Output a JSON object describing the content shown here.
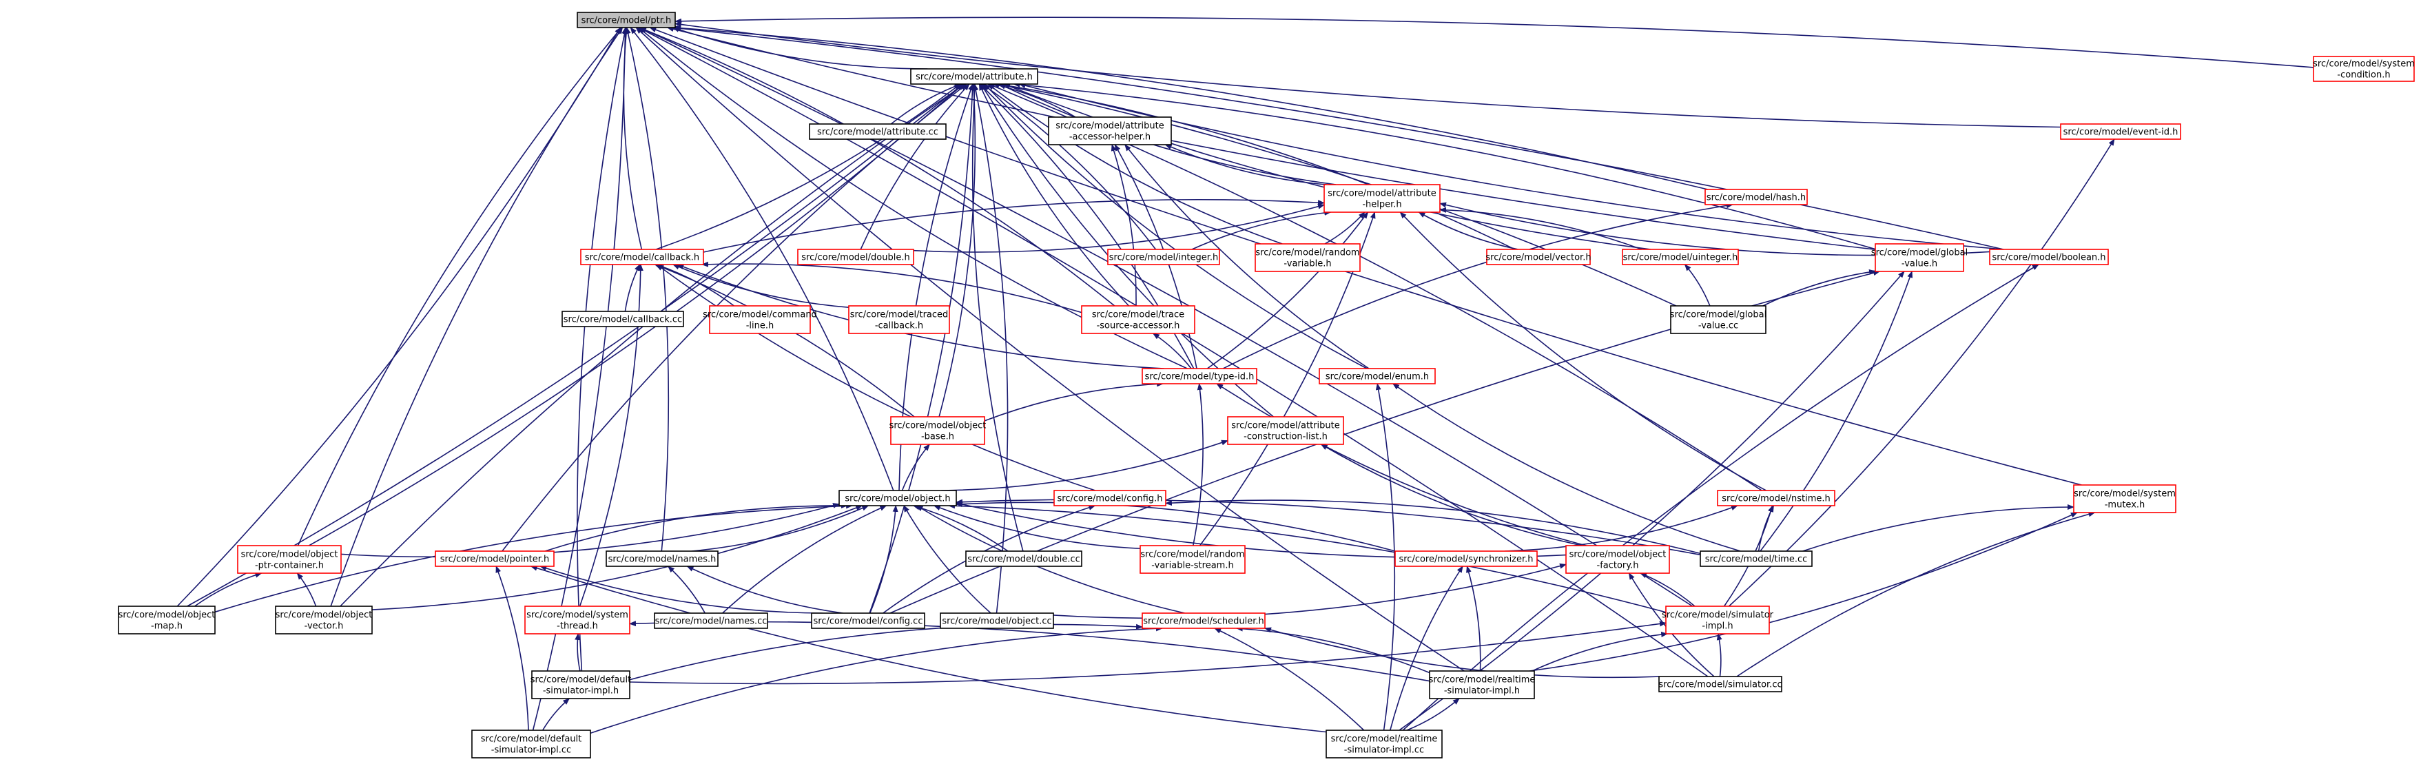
{
  "colors": {
    "edge": "#191970",
    "border_default": "#000000",
    "border_link": "#ff0000",
    "focus_fill": "#bfbfbf"
  },
  "nodes": [
    {
      "id": "ptr",
      "lines": [
        "src/core/model/ptr.h"
      ],
      "border": "black",
      "focus": true
    },
    {
      "id": "attribute_h",
      "lines": [
        "src/core/model/attribute.h"
      ],
      "border": "black"
    },
    {
      "id": "system_condition",
      "lines": [
        "src/core/model/system",
        "-condition.h"
      ],
      "border": "red"
    },
    {
      "id": "attribute_cc",
      "lines": [
        "src/core/model/attribute.cc"
      ],
      "border": "black"
    },
    {
      "id": "attr_accessor",
      "lines": [
        "src/core/model/attribute",
        "-accessor-helper.h"
      ],
      "border": "black"
    },
    {
      "id": "event_id",
      "lines": [
        "src/core/model/event-id.h"
      ],
      "border": "red"
    },
    {
      "id": "hash",
      "lines": [
        "src/core/model/hash.h"
      ],
      "border": "red"
    },
    {
      "id": "attr_helper",
      "lines": [
        "src/core/model/attribute",
        "-helper.h"
      ],
      "border": "red"
    },
    {
      "id": "callback_h",
      "lines": [
        "src/core/model/callback.h"
      ],
      "border": "red"
    },
    {
      "id": "double_h",
      "lines": [
        "src/core/model/double.h"
      ],
      "border": "red"
    },
    {
      "id": "integer_h",
      "lines": [
        "src/core/model/integer.h"
      ],
      "border": "red"
    },
    {
      "id": "random_variable",
      "lines": [
        "src/core/model/random",
        "-variable.h"
      ],
      "border": "red"
    },
    {
      "id": "vector_h",
      "lines": [
        "src/core/model/vector.h"
      ],
      "border": "red"
    },
    {
      "id": "uinteger_h",
      "lines": [
        "src/core/model/uinteger.h"
      ],
      "border": "red"
    },
    {
      "id": "global_value_h",
      "lines": [
        "src/core/model/global",
        "-value.h"
      ],
      "border": "red"
    },
    {
      "id": "boolean_h",
      "lines": [
        "src/core/model/boolean.h"
      ],
      "border": "red"
    },
    {
      "id": "callback_cc",
      "lines": [
        "src/core/model/callback.cc"
      ],
      "border": "black"
    },
    {
      "id": "command_line",
      "lines": [
        "src/core/model/command",
        "-line.h"
      ],
      "border": "red"
    },
    {
      "id": "traced_callback",
      "lines": [
        "src/core/model/traced",
        "-callback.h"
      ],
      "border": "red"
    },
    {
      "id": "trace_source",
      "lines": [
        "src/core/model/trace",
        "-source-accessor.h"
      ],
      "border": "red"
    },
    {
      "id": "global_value_cc",
      "lines": [
        "src/core/model/global",
        "-value.cc"
      ],
      "border": "black"
    },
    {
      "id": "type_id",
      "lines": [
        "src/core/model/type-id.h"
      ],
      "border": "red"
    },
    {
      "id": "enum_h",
      "lines": [
        "src/core/model/enum.h"
      ],
      "border": "red"
    },
    {
      "id": "object_base",
      "lines": [
        "src/core/model/object",
        "-base.h"
      ],
      "border": "red"
    },
    {
      "id": "attr_construction",
      "lines": [
        "src/core/model/attribute",
        "-construction-list.h"
      ],
      "border": "red"
    },
    {
      "id": "nstime",
      "lines": [
        "src/core/model/nstime.h"
      ],
      "border": "red"
    },
    {
      "id": "system_mutex",
      "lines": [
        "src/core/model/system",
        "-mutex.h"
      ],
      "border": "red"
    },
    {
      "id": "object_h",
      "lines": [
        "src/core/model/object.h"
      ],
      "border": "black"
    },
    {
      "id": "config_h",
      "lines": [
        "src/core/model/config.h"
      ],
      "border": "red"
    },
    {
      "id": "object_ptr_container",
      "lines": [
        "src/core/model/object",
        "-ptr-container.h"
      ],
      "border": "red"
    },
    {
      "id": "pointer_h",
      "lines": [
        "src/core/model/pointer.h"
      ],
      "border": "red"
    },
    {
      "id": "names_h",
      "lines": [
        "src/core/model/names.h"
      ],
      "border": "black"
    },
    {
      "id": "double_cc",
      "lines": [
        "src/core/model/double.cc"
      ],
      "border": "black"
    },
    {
      "id": "random_variable_stream",
      "lines": [
        "src/core/model/random",
        "-variable-stream.h"
      ],
      "border": "red"
    },
    {
      "id": "synchronizer",
      "lines": [
        "src/core/model/synchronizer.h"
      ],
      "border": "red"
    },
    {
      "id": "object_factory",
      "lines": [
        "src/core/model/object",
        "-factory.h"
      ],
      "border": "red"
    },
    {
      "id": "time_cc",
      "lines": [
        "src/core/model/time.cc"
      ],
      "border": "black"
    },
    {
      "id": "object_map",
      "lines": [
        "src/core/model/object",
        "-map.h"
      ],
      "border": "black"
    },
    {
      "id": "object_vector",
      "lines": [
        "src/core/model/object",
        "-vector.h"
      ],
      "border": "black"
    },
    {
      "id": "system_thread",
      "lines": [
        "src/core/model/system",
        "-thread.h"
      ],
      "border": "red"
    },
    {
      "id": "names_cc",
      "lines": [
        "src/core/model/names.cc"
      ],
      "border": "black"
    },
    {
      "id": "config_cc",
      "lines": [
        "src/core/model/config.cc"
      ],
      "border": "black"
    },
    {
      "id": "object_cc",
      "lines": [
        "src/core/model/object.cc"
      ],
      "border": "black"
    },
    {
      "id": "scheduler",
      "lines": [
        "src/core/model/scheduler.h"
      ],
      "border": "red"
    },
    {
      "id": "simulator_impl",
      "lines": [
        "src/core/model/simulator",
        "-impl.h"
      ],
      "border": "red"
    },
    {
      "id": "default_sim_impl_h",
      "lines": [
        "src/core/model/default",
        "-simulator-impl.h"
      ],
      "border": "black"
    },
    {
      "id": "realtime_sim_impl_h",
      "lines": [
        "src/core/model/realtime",
        "-simulator-impl.h"
      ],
      "border": "black"
    },
    {
      "id": "simulator_cc",
      "lines": [
        "src/core/model/simulator.cc"
      ],
      "border": "black"
    },
    {
      "id": "default_sim_impl_cc",
      "lines": [
        "src/core/model/default",
        "-simulator-impl.cc"
      ],
      "border": "black"
    },
    {
      "id": "realtime_sim_impl_cc",
      "lines": [
        "src/core/model/realtime",
        "-simulator-impl.cc"
      ],
      "border": "black"
    }
  ],
  "edges": [
    [
      "attribute_h",
      "ptr"
    ],
    [
      "system_condition",
      "ptr"
    ],
    [
      "event_id",
      "ptr"
    ],
    [
      "hash",
      "ptr"
    ],
    [
      "global_value_h",
      "ptr"
    ],
    [
      "boolean_h",
      "ptr"
    ],
    [
      "callback_h",
      "ptr"
    ],
    [
      "trace_source",
      "ptr"
    ],
    [
      "type_id",
      "ptr"
    ],
    [
      "object_h",
      "ptr"
    ],
    [
      "object_ptr_container",
      "ptr"
    ],
    [
      "object_map",
      "ptr"
    ],
    [
      "object_vector",
      "ptr"
    ],
    [
      "names_h",
      "ptr"
    ],
    [
      "system_mutex",
      "ptr"
    ],
    [
      "simulator_impl",
      "ptr"
    ],
    [
      "realtime_sim_impl_h",
      "ptr"
    ],
    [
      "simulator_cc",
      "ptr"
    ],
    [
      "default_sim_impl_h",
      "ptr"
    ],
    [
      "default_sim_impl_cc",
      "ptr"
    ],
    [
      "attribute_cc",
      "attribute_h"
    ],
    [
      "attr_accessor",
      "attribute_h"
    ],
    [
      "attr_helper",
      "attribute_h"
    ],
    [
      "callback_h",
      "attribute_h"
    ],
    [
      "double_h",
      "attribute_h"
    ],
    [
      "integer_h",
      "attribute_h"
    ],
    [
      "random_variable",
      "attribute_h"
    ],
    [
      "vector_h",
      "attribute_h"
    ],
    [
      "uinteger_h",
      "attribute_h"
    ],
    [
      "global_value_h",
      "attribute_h"
    ],
    [
      "boolean_h",
      "attribute_h"
    ],
    [
      "global_value_cc",
      "attribute_h"
    ],
    [
      "trace_source",
      "attribute_h"
    ],
    [
      "type_id",
      "attribute_h"
    ],
    [
      "enum_h",
      "attribute_h"
    ],
    [
      "object_base",
      "attribute_h"
    ],
    [
      "attr_construction",
      "attribute_h"
    ],
    [
      "nstime",
      "attribute_h"
    ],
    [
      "object_h",
      "attribute_h"
    ],
    [
      "config_cc",
      "attribute_h"
    ],
    [
      "double_cc",
      "attribute_h"
    ],
    [
      "object_ptr_container",
      "attribute_h"
    ],
    [
      "pointer_h",
      "attribute_h"
    ],
    [
      "object_map",
      "attribute_h"
    ],
    [
      "object_vector",
      "attribute_h"
    ],
    [
      "object_cc",
      "attribute_h"
    ],
    [
      "attr_helper",
      "attr_accessor"
    ],
    [
      "trace_source",
      "attr_accessor"
    ],
    [
      "enum_h",
      "attr_accessor"
    ],
    [
      "type_id",
      "attr_accessor"
    ],
    [
      "callback_h",
      "attr_helper"
    ],
    [
      "double_h",
      "attr_helper"
    ],
    [
      "integer_h",
      "attr_helper"
    ],
    [
      "random_variable",
      "attr_helper"
    ],
    [
      "vector_h",
      "attr_helper"
    ],
    [
      "uinteger_h",
      "attr_helper"
    ],
    [
      "boolean_h",
      "attr_helper"
    ],
    [
      "type_id",
      "attr_helper"
    ],
    [
      "nstime",
      "attr_helper"
    ],
    [
      "random_variable_stream",
      "attr_helper"
    ],
    [
      "callback_cc",
      "callback_h"
    ],
    [
      "command_line",
      "callback_h"
    ],
    [
      "traced_callback",
      "callback_h"
    ],
    [
      "trace_source",
      "callback_h"
    ],
    [
      "type_id",
      "callback_h"
    ],
    [
      "object_base",
      "callback_h"
    ],
    [
      "config_h",
      "callback_h"
    ],
    [
      "system_thread",
      "callback_h"
    ],
    [
      "global_value_cc",
      "global_value_h"
    ],
    [
      "time_cc",
      "global_value_h"
    ],
    [
      "config_cc",
      "global_value_h"
    ],
    [
      "realtime_sim_impl_cc",
      "global_value_h"
    ],
    [
      "type_id",
      "hash"
    ],
    [
      "simulator_impl",
      "event_id"
    ],
    [
      "realtime_sim_impl_cc",
      "boolean_h"
    ],
    [
      "global_value_cc",
      "uinteger_h"
    ],
    [
      "object_base",
      "type_id"
    ],
    [
      "random_variable_stream",
      "type_id"
    ],
    [
      "object_factory",
      "type_id"
    ],
    [
      "type_id",
      "trace_source"
    ],
    [
      "time_cc",
      "enum_h"
    ],
    [
      "realtime_sim_impl_cc",
      "enum_h"
    ],
    [
      "object_h",
      "object_base"
    ],
    [
      "object_h",
      "attr_construction"
    ],
    [
      "object_factory",
      "attr_construction"
    ],
    [
      "synchronizer",
      "nstime"
    ],
    [
      "time_cc",
      "nstime"
    ],
    [
      "simulator_impl",
      "nstime"
    ],
    [
      "time_cc",
      "system_mutex"
    ],
    [
      "realtime_sim_impl_h",
      "system_mutex"
    ],
    [
      "simulator_cc",
      "system_mutex"
    ],
    [
      "object_ptr_container",
      "object_h"
    ],
    [
      "object_map",
      "object_h"
    ],
    [
      "object_vector",
      "object_h"
    ],
    [
      "pointer_h",
      "object_h"
    ],
    [
      "names_h",
      "object_h"
    ],
    [
      "names_cc",
      "object_h"
    ],
    [
      "config_cc",
      "object_h"
    ],
    [
      "object_cc",
      "object_h"
    ],
    [
      "double_cc",
      "object_h"
    ],
    [
      "random_variable_stream",
      "object_h"
    ],
    [
      "synchronizer",
      "object_h"
    ],
    [
      "object_factory",
      "object_h"
    ],
    [
      "time_cc",
      "object_h"
    ],
    [
      "scheduler",
      "object_h"
    ],
    [
      "simulator_impl",
      "object_h"
    ],
    [
      "config_cc",
      "config_h"
    ],
    [
      "time_cc",
      "config_h"
    ],
    [
      "object_map",
      "object_ptr_container"
    ],
    [
      "object_vector",
      "object_ptr_container"
    ],
    [
      "config_cc",
      "pointer_h"
    ],
    [
      "default_sim_impl_cc",
      "pointer_h"
    ],
    [
      "realtime_sim_impl_cc",
      "pointer_h"
    ],
    [
      "names_cc",
      "names_h"
    ],
    [
      "config_cc",
      "names_h"
    ],
    [
      "realtime_sim_impl_h",
      "synchronizer"
    ],
    [
      "realtime_sim_impl_cc",
      "synchronizer"
    ],
    [
      "simulator_impl",
      "object_factory"
    ],
    [
      "simulator_cc",
      "object_factory"
    ],
    [
      "object_cc",
      "object_factory"
    ],
    [
      "default_sim_impl_h",
      "system_thread"
    ],
    [
      "realtime_sim_impl_h",
      "system_thread"
    ],
    [
      "default_sim_impl_h",
      "scheduler"
    ],
    [
      "realtime_sim_impl_h",
      "scheduler"
    ],
    [
      "simulator_cc",
      "scheduler"
    ],
    [
      "realtime_sim_impl_cc",
      "scheduler"
    ],
    [
      "default_sim_impl_cc",
      "scheduler"
    ],
    [
      "default_sim_impl_h",
      "simulator_impl"
    ],
    [
      "realtime_sim_impl_h",
      "simulator_impl"
    ],
    [
      "simulator_cc",
      "simulator_impl"
    ],
    [
      "default_sim_impl_cc",
      "default_sim_impl_h"
    ],
    [
      "realtime_sim_impl_cc",
      "realtime_sim_impl_h"
    ]
  ]
}
